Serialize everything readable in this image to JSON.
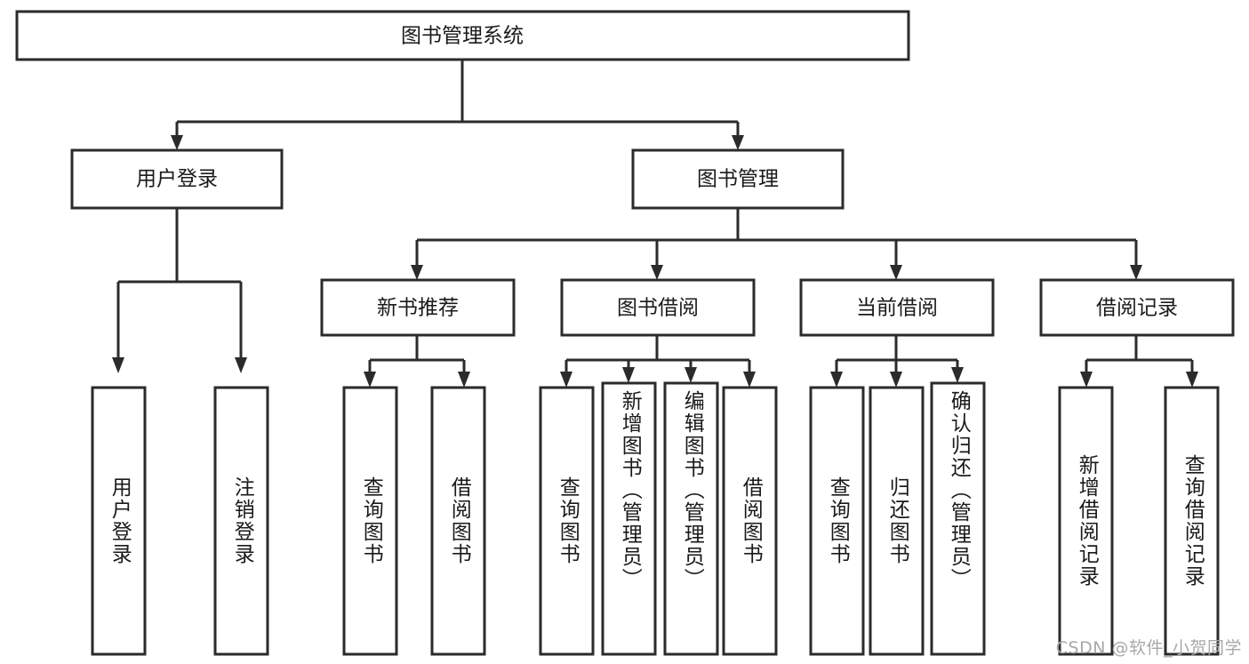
{
  "diagram": {
    "title": "图书管理系统",
    "type": "tree-hierarchy",
    "watermark": "CSDN @软件_小贺同学",
    "colors": {
      "stroke": "#2b2b2b",
      "fill": "#ffffff",
      "text": "#1a1a1a",
      "watermark": "#a8a8a8"
    },
    "root": {
      "label": "图书管理系统"
    },
    "level2": [
      {
        "label": "用户登录"
      },
      {
        "label": "图书管理"
      }
    ],
    "level3": [
      {
        "label": "新书推荐"
      },
      {
        "label": "图书借阅"
      },
      {
        "label": "当前借阅"
      },
      {
        "label": "借阅记录"
      }
    ],
    "leaves": {
      "user_login": [
        {
          "label": "用户登录"
        },
        {
          "label": "注销登录"
        }
      ],
      "new_book_recommend": [
        {
          "label": "查询图书"
        },
        {
          "label": "借阅图书"
        }
      ],
      "book_borrow": [
        {
          "label": "查询图书"
        },
        {
          "label": "新增图书（管理员）"
        },
        {
          "label": "编辑图书（管理员）"
        },
        {
          "label": "借阅图书"
        }
      ],
      "current_borrow": [
        {
          "label": "查询图书"
        },
        {
          "label": "归还图书"
        },
        {
          "label": "确认归还（管理员）"
        }
      ],
      "borrow_record": [
        {
          "label": "新增借阅记录"
        },
        {
          "label": "查询借阅记录"
        }
      ]
    }
  }
}
